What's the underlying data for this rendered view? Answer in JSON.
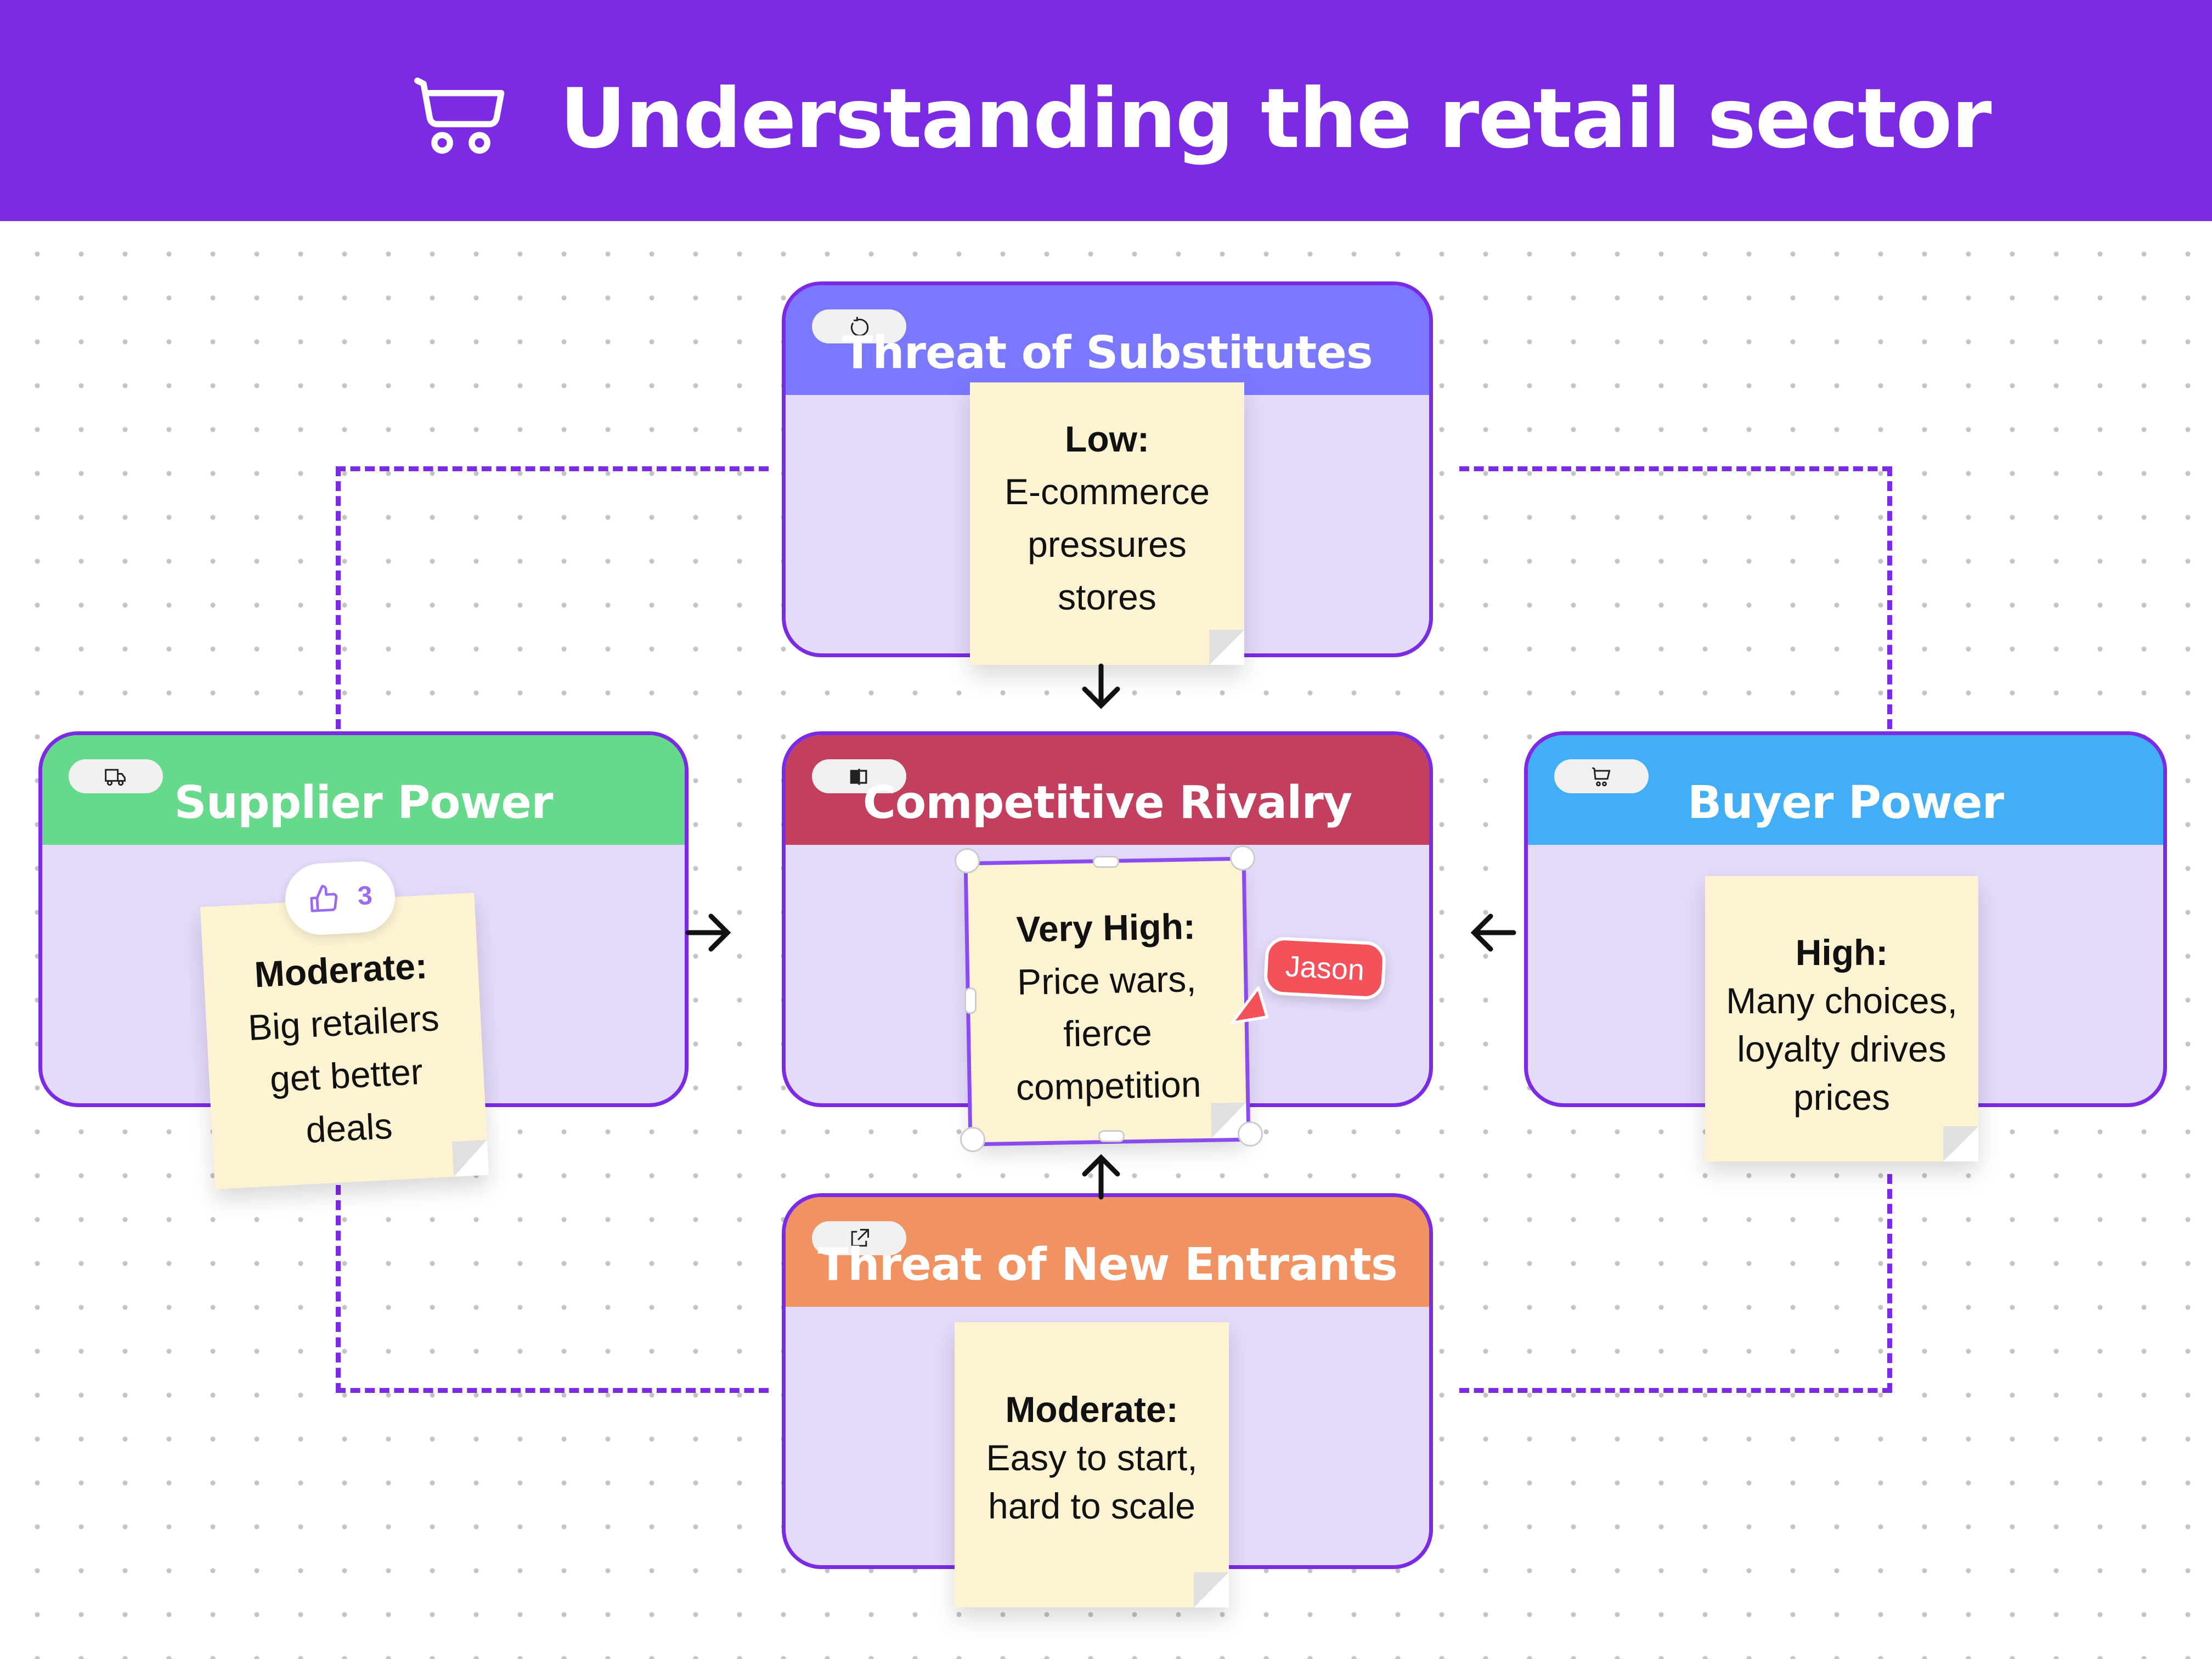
{
  "header": {
    "title": "Understanding the retail sector",
    "icon": "shopping-cart-icon",
    "background": "#7b2be3"
  },
  "cards": {
    "substitutes": {
      "title": "Threat of Substitutes",
      "icon": "refresh-icon",
      "color": "#7a78ff",
      "note": {
        "level": "Low:",
        "lines": "E-commerce pressures stores"
      }
    },
    "supplier": {
      "title": "Supplier Power",
      "icon": "truck-icon",
      "color": "#66da8a",
      "note": {
        "level": "Moderate:",
        "lines": "Big retailers get better deals"
      },
      "votes": "3"
    },
    "rivalry": {
      "title": "Competitive Rivalry",
      "icon": "split-screen-icon",
      "color": "#c23f5e",
      "note": {
        "level": "Very High:",
        "lines": "Price wars, fierce competition"
      },
      "cursor_user": "Jason"
    },
    "buyer": {
      "title": "Buyer Power",
      "icon": "shopping-cart-icon",
      "color": "#42aef5",
      "note": {
        "level": "High:",
        "lines": "Many choices, loyalty drives prices"
      }
    },
    "entrants": {
      "title": "Threat of New Entrants",
      "icon": "external-link-icon",
      "color": "#f09262",
      "note": {
        "level": "Moderate:",
        "lines": "Easy to start, hard to scale"
      }
    }
  }
}
